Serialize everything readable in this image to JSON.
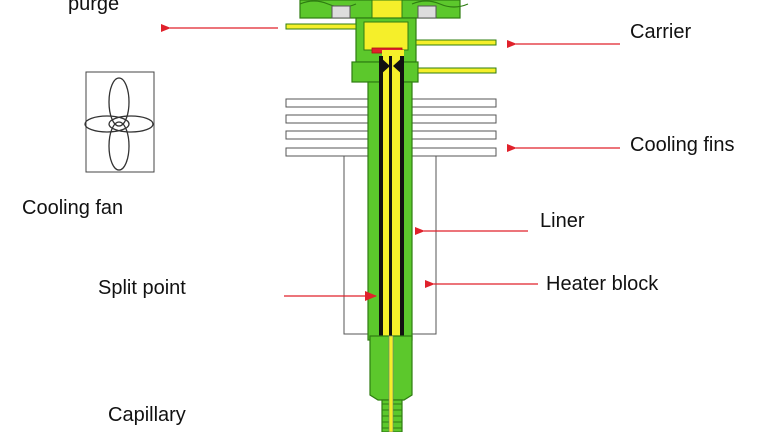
{
  "labels": {
    "purge": "purge",
    "carrier": "Carrier",
    "cooling_fins": "Cooling fins",
    "cooling_fan": "Cooling fan",
    "liner": "Liner",
    "split_point": "Split point",
    "heater_block": "Heater block",
    "capillary": "Capillary"
  },
  "colors": {
    "arrow": "#e0212b",
    "body_green": "#5cc82c",
    "dark_green": "#2f7d12",
    "yellow": "#f5ef2a",
    "liner_black": "#111111",
    "fin_gray": "#8a8a8a"
  }
}
